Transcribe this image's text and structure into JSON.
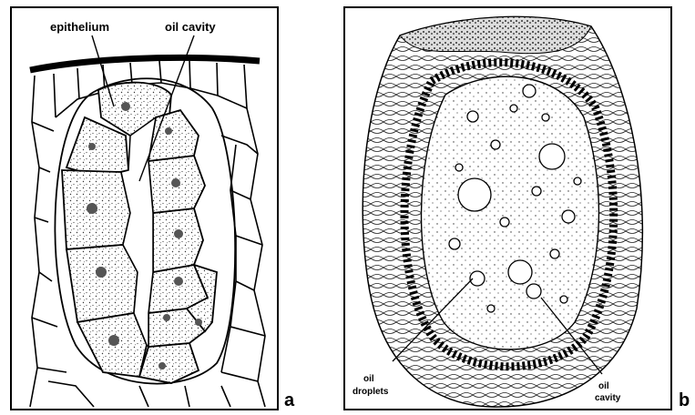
{
  "figure": {
    "panel_a": {
      "letter": "a",
      "labels": {
        "epithelium": "epithelium",
        "oil_cavity": "oil cavity"
      }
    },
    "panel_b": {
      "letter": "b",
      "labels": {
        "oil_droplets_line1": "oil",
        "oil_droplets_line2": "droplets",
        "oil_cavity_line1": "oil",
        "oil_cavity_line2": "cavity"
      }
    }
  }
}
